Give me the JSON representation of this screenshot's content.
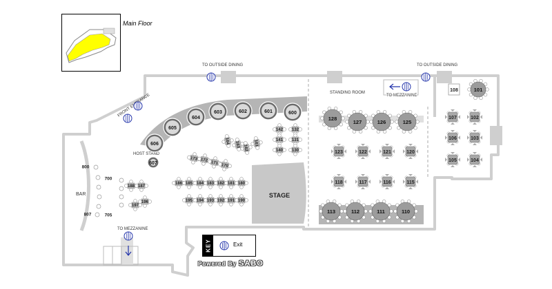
{
  "title": "Main Floor",
  "labels": {
    "front_entrance": "FRONT ENTRANCE",
    "to_outside_dining_left": "TO OUTSIDE DINING",
    "to_outside_dining_right": "TO OUTSIDE DINING",
    "standing_room": "STANDING ROOM",
    "to_mezzanine_top": "TO MEZZANINE",
    "to_mezzanine_bottom": "TO MEZZANINE",
    "host_stand": "HOST STAND",
    "bar": "BAR",
    "stage": "STAGE"
  },
  "key": {
    "heading": "KEY",
    "items": [
      {
        "icon": "exit-icon",
        "label": "Exit"
      }
    ]
  },
  "powered_by": {
    "prefix": "Powered By",
    "brand": "SABO"
  },
  "tables": {
    "booths": [
      "606",
      "605",
      "604",
      "603",
      "602",
      "601",
      "600"
    ],
    "host_area": [
      "607"
    ],
    "bar_seats": [
      "800",
      "700",
      "807",
      "705"
    ],
    "dining_left": [
      "188",
      "187",
      "197",
      "196",
      "173",
      "172",
      "171",
      "170",
      "186",
      "185",
      "184",
      "183",
      "182",
      "181",
      "180",
      "195",
      "194",
      "193",
      "192",
      "191",
      "190"
    ],
    "small_tables": [
      "164",
      "163",
      "162",
      "161",
      "142",
      "141",
      "140",
      "132",
      "131",
      "130"
    ],
    "right_dining": [
      "128",
      "127",
      "126",
      "125",
      "123",
      "122",
      "121",
      "120",
      "118",
      "117",
      "116",
      "115",
      "113",
      "112",
      "111",
      "110"
    ],
    "far_right": [
      "108",
      "101",
      "107",
      "102",
      "106",
      "103",
      "105",
      "104"
    ]
  },
  "colors": {
    "minimap_highlight": "#ffff00",
    "exit_icon": "#2233aa",
    "wall": "#cfcfcf",
    "stage": "#c8c8c8",
    "booth_fill": "#b0b0b0"
  }
}
